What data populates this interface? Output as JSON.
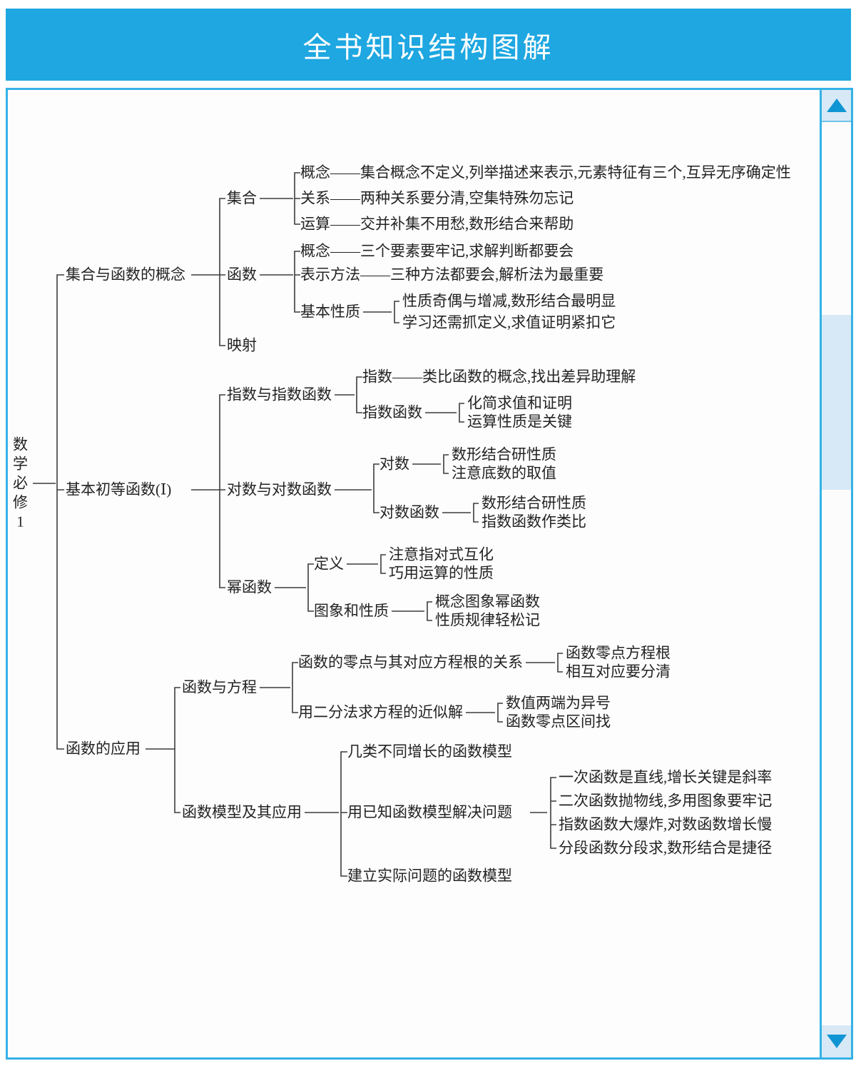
{
  "header": {
    "title": "全书知识结构图解"
  },
  "colors": {
    "primary_blue": "#1ea7e1",
    "border_blue": "#35b2e6",
    "light_blue": "#d7e9f6",
    "arrow_blue": "#1095d4",
    "line_color": "#3c3c3c",
    "text_color": "#232323"
  },
  "scrollbar": {
    "up_icon": "triangle-up",
    "down_icon": "triangle-down"
  },
  "tree": {
    "label": "数学必修1",
    "children": [
      {
        "label": "集合与函数的概念",
        "children": [
          {
            "label": "集合",
            "children": [
              {
                "label": "概念——集合概念不定义,列举描述来表示,元素特征有三个,互异无序确定性"
              },
              {
                "label": "关系——两种关系要分清,空集特殊勿忘记"
              },
              {
                "label": "运算——交并补集不用愁,数形结合来帮助"
              }
            ]
          },
          {
            "label": "函数",
            "children": [
              {
                "label": "概念——三个要素要牢记,求解判断都要会"
              },
              {
                "label": "表示方法——三种方法都要会,解析法为最重要"
              },
              {
                "label": "基本性质",
                "notes": [
                  "性质奇偶与增减,数形结合最明显",
                  "学习还需抓定义,求值证明紧扣它"
                ]
              }
            ]
          },
          {
            "label": "映射"
          }
        ]
      },
      {
        "label": "基本初等函数(Ⅰ)",
        "children": [
          {
            "label": "指数与指数函数",
            "children": [
              {
                "label": "指数——类比函数的概念,找出差异助理解"
              },
              {
                "label": "指数函数",
                "notes": [
                  "化简求值和证明",
                  "运算性质是关键"
                ]
              }
            ]
          },
          {
            "label": "对数与对数函数",
            "children": [
              {
                "label": "对数",
                "notes": [
                  "数形结合研性质",
                  "注意底数的取值"
                ]
              },
              {
                "label": "对数函数",
                "notes": [
                  "数形结合研性质",
                  "指数函数作类比"
                ]
              }
            ]
          },
          {
            "label": "幂函数",
            "children": [
              {
                "label": "定义",
                "notes": [
                  "注意指对式互化",
                  "巧用运算的性质"
                ]
              },
              {
                "label": "图象和性质",
                "notes": [
                  "概念图象幂函数",
                  "性质规律轻松记"
                ]
              }
            ]
          }
        ]
      },
      {
        "label": "函数的应用",
        "children": [
          {
            "label": "函数与方程",
            "children": [
              {
                "label": "函数的零点与其对应方程根的关系",
                "notes": [
                  "函数零点方程根",
                  "相互对应要分清"
                ]
              },
              {
                "label": "用二分法求方程的近似解",
                "notes": [
                  "数值两端为异号",
                  "函数零点区间找"
                ]
              }
            ]
          },
          {
            "label": "函数模型及其应用",
            "children": [
              {
                "label": "几类不同增长的函数模型"
              },
              {
                "label": "用已知函数模型解决问题",
                "notes": [
                  "一次函数是直线,增长关键是斜率",
                  "二次函数抛物线,多用图象要牢记",
                  "指数函数大爆炸,对数函数增长慢",
                  "分段函数分段求,数形结合是捷径"
                ]
              },
              {
                "label": "建立实际问题的函数模型"
              }
            ]
          }
        ]
      }
    ]
  }
}
